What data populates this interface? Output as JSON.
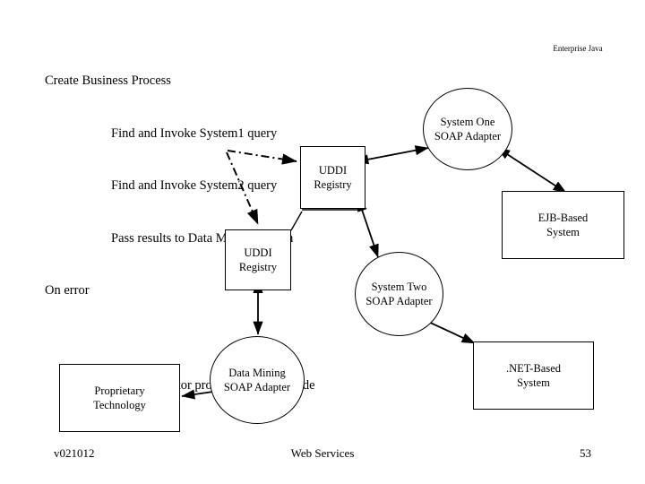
{
  "slide": {
    "pseudocode": {
      "lines": [
        {
          "text": "Create Business Process",
          "indent": false
        },
        {
          "text": "Find and Invoke System1 query",
          "indent": true
        },
        {
          "text": "Find and Invoke System2 query",
          "indent": true
        },
        {
          "text": "Pass results to Data Mining system",
          "indent": true
        },
        {
          "text": "On error",
          "indent": false
        },
        {
          "text": "Invoke monitor process with fault code",
          "indent": true
        }
      ]
    },
    "corner_label": "Enterprise\nJava",
    "nodes": [
      {
        "id": "uddi-top",
        "label": "UDDI\nRegistry",
        "shape": "rect"
      },
      {
        "id": "uddi-bottom",
        "label": "UDDI\nRegistry",
        "shape": "rect"
      },
      {
        "id": "ejb-box",
        "label": "EJB-Based\nSystem",
        "shape": "rect"
      },
      {
        "id": "net-box",
        "label": ".NET-Based\nSystem",
        "shape": "rect"
      },
      {
        "id": "prop-box",
        "label": "Proprietary\nTechnology",
        "shape": "rect"
      },
      {
        "id": "sysone-ellipse",
        "label": "System One\nSOAP Adapter",
        "shape": "ellipse"
      },
      {
        "id": "systwo-ellipse",
        "label": "System Two\nSOAP Adapter",
        "shape": "ellipse"
      },
      {
        "id": "datamining-ellipse",
        "label": "Data Mining\nSOAP Adapter",
        "shape": "ellipse"
      }
    ],
    "footer": {
      "version": "v021012",
      "title": "Web Services",
      "page_number": "53"
    },
    "colors": {
      "ink": "#000000",
      "background": "#ffffff"
    }
  }
}
